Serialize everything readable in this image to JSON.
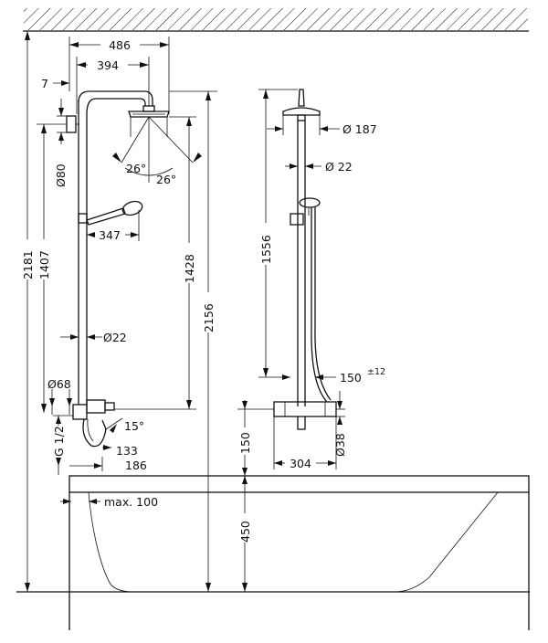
{
  "drawing": {
    "front_view": {
      "width_overall": "486",
      "arm_reach": "394",
      "wall_offset": "7",
      "flange_diameter": "Ø80",
      "total_height_to_ceiling": "2181",
      "bracket_height": "1407",
      "head_height_from_mixer": "1428",
      "head_height_from_floor": "2156",
      "spray_angle_left": "26°",
      "spray_angle_right": "26°",
      "handshower_reach": "347",
      "riser_diameter": "Ø22",
      "mixer_flange_diameter": "Ø68",
      "connection_thread": "G 1/2",
      "spout_angle": "15°",
      "spout_reach_short": "133",
      "spout_reach_long": "186",
      "spout_above_rim": "max. 100"
    },
    "side_view": {
      "head_diameter": "Ø 187",
      "riser_diameter": "Ø 22",
      "riser_height": "1556",
      "hose_radius": "150",
      "hose_radius_tolerance": "±12",
      "mixer_height": "150",
      "mixer_diameter": "Ø38",
      "mixer_centres": "304"
    },
    "bathtub": {
      "height": "450"
    }
  }
}
